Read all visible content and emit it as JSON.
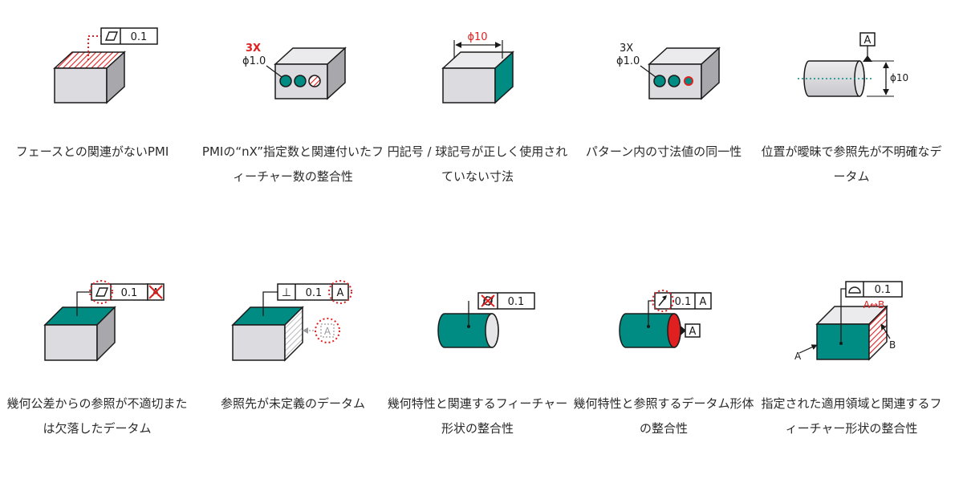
{
  "colors": {
    "teal": "#008c82",
    "red": "#e02020",
    "face_front": "#dcdce0",
    "face_top": "#ebebee",
    "face_side": "#a8a8ac",
    "stroke": "#1a1a1a"
  },
  "items": [
    {
      "caption": "フェースとの関連がないPMI",
      "labels": {
        "fcf_value": "0.1"
      },
      "icons": [
        "flatness-symbol-icon"
      ]
    },
    {
      "caption": "PMIの“nX”指定数と関連付いたフィーチャー数の整合性",
      "labels": {
        "count": "3X",
        "diameter": "ϕ1.0"
      }
    },
    {
      "caption": "円記号 / 球記号が正しく使用されていない寸法",
      "labels": {
        "diameter": "ϕ10"
      }
    },
    {
      "caption": "パターン内の寸法値の同一性",
      "labels": {
        "count": "3X",
        "diameter": "ϕ1.0"
      }
    },
    {
      "caption": "位置が曖昧で参照先が不明確なデータム",
      "labels": {
        "datum": "A",
        "diameter": "ϕ10"
      }
    },
    {
      "caption": "幾何公差からの参照が不適切または欠落したデータム",
      "labels": {
        "fcf_value": "0.1",
        "datum": "A"
      },
      "icons": [
        "flatness-symbol-icon",
        "cross-mark-icon"
      ]
    },
    {
      "caption": "参照先が未定義のデータム",
      "labels": {
        "symbol": "⊥",
        "fcf_value": "0.1",
        "datum": "A",
        "ghost_datum": "A"
      },
      "icons": [
        "perpendicularity-symbol-icon"
      ]
    },
    {
      "caption": "幾何特性と関連するフィーチャー形状の整合性",
      "labels": {
        "fcf_value": "0.1"
      },
      "icons": [
        "cylindricity-symbol-icon"
      ]
    },
    {
      "caption": "幾何特性と参照するデータム形体の整合性",
      "labels": {
        "fcf_value": "0.1",
        "datum": "A",
        "datum_feature": "A"
      },
      "icons": [
        "circular-runout-symbol-icon"
      ]
    },
    {
      "caption": "指定された適用領域と関連するフィーチャー形状の整合性",
      "labels": {
        "fcf_value": "0.1",
        "range": "A↔B",
        "point_a": "A",
        "point_b": "B"
      },
      "icons": [
        "surface-profile-symbol-icon"
      ]
    }
  ]
}
